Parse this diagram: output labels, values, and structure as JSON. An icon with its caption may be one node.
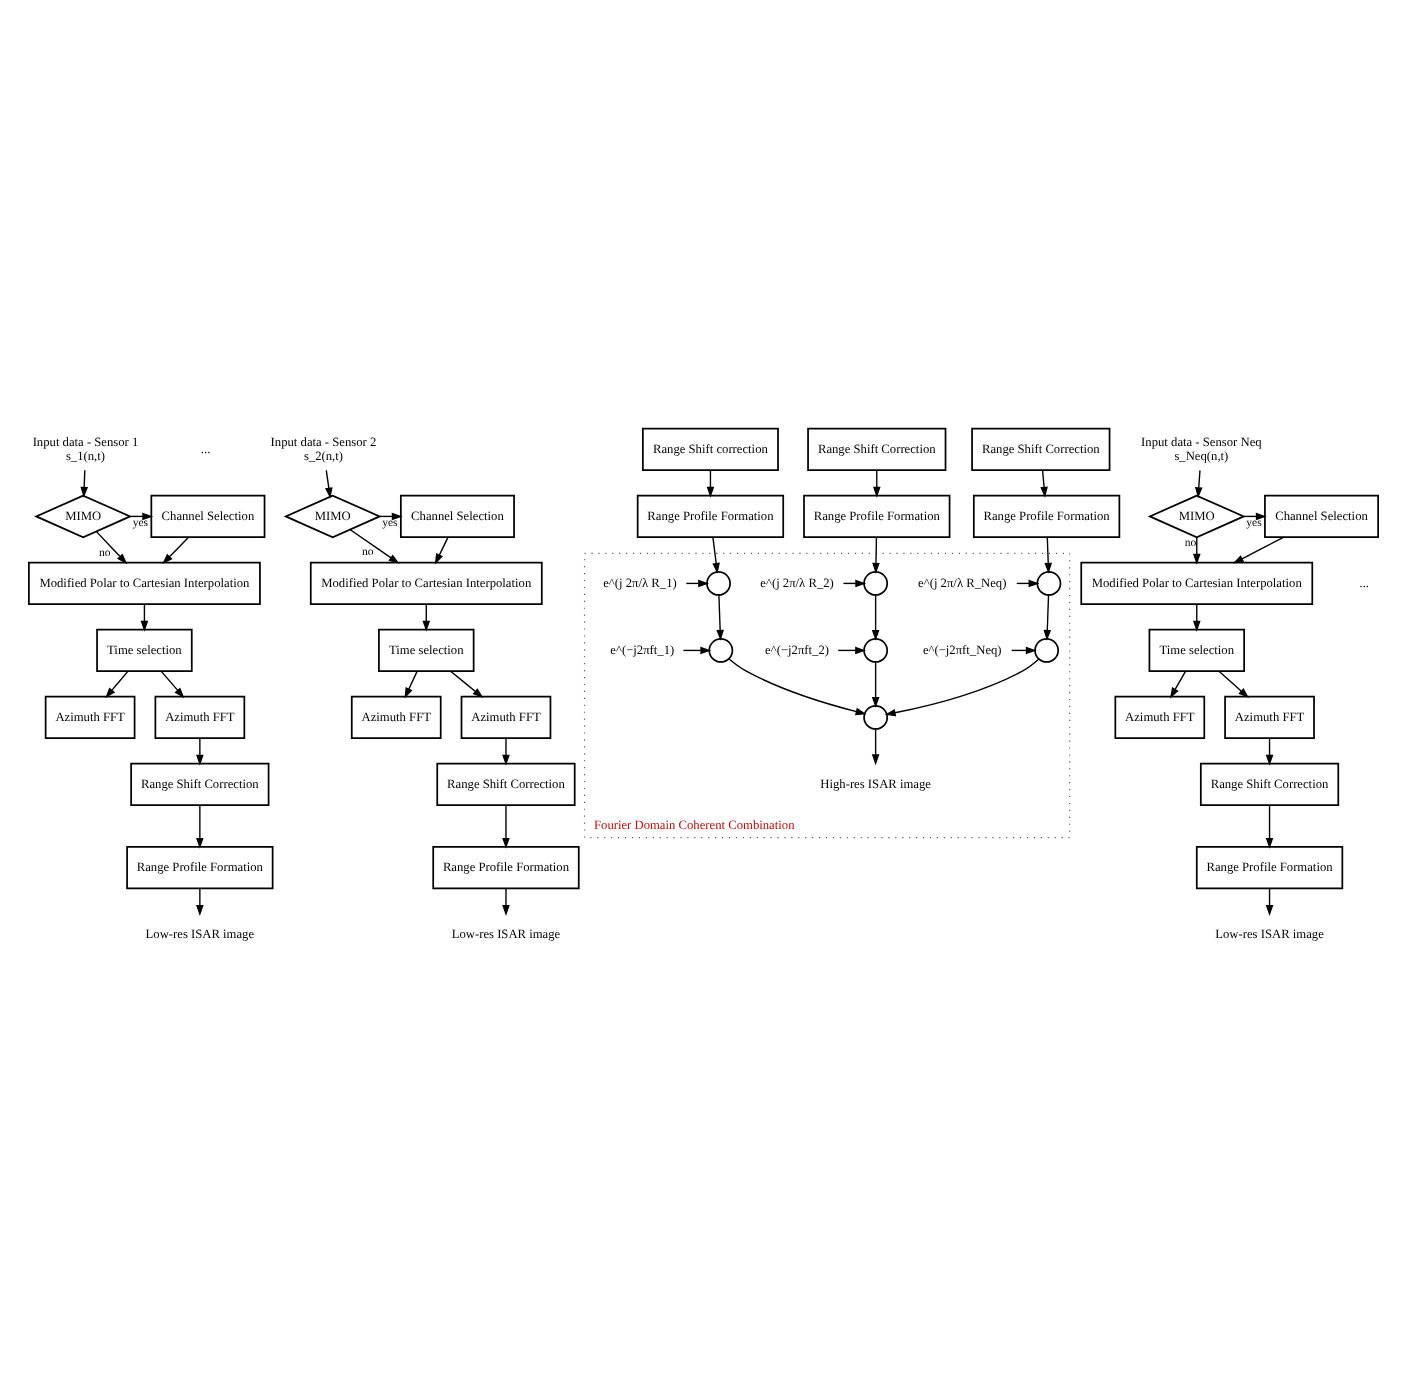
{
  "diagram": {
    "nodes": [
      {
        "text": [
          "Input data - Sensor 1",
          "s_1(n,t)"
        ]
      },
      {
        "text": [
          "MIMO"
        ]
      },
      {
        "text": [
          "Channel Selection"
        ]
      },
      {
        "text": [
          "Modified Polar to Cartesian Interpolation"
        ]
      },
      {
        "text": [
          "Time selection"
        ]
      },
      {
        "text": [
          "Azimuth FFT"
        ]
      },
      {
        "text": [
          "Azimuth FFT"
        ]
      },
      {
        "text": [
          "Range Shift correction"
        ]
      },
      {
        "text": [
          "Range Shift Correction"
        ]
      },
      {
        "text": [
          "Range Profile Formation"
        ]
      },
      {
        "text": [
          "Range Profile Formation"
        ]
      },
      {
        "text": [
          "Low-res ISAR image"
        ]
      },
      {
        "text": [
          "Input data - Sensor 2",
          "s_2(n,t)"
        ]
      },
      {
        "text": [
          "MIMO"
        ]
      },
      {
        "text": [
          "Channel Selection"
        ]
      },
      {
        "text": [
          "Modified Polar to Cartesian Interpolation"
        ]
      },
      {
        "text": [
          "Time selection"
        ]
      },
      {
        "text": [
          "Azimuth FFT"
        ]
      },
      {
        "text": [
          "Azimuth FFT"
        ]
      },
      {
        "text": [
          "Range Shift Correction"
        ]
      },
      {
        "text": [
          "Range Shift Correction"
        ]
      },
      {
        "text": [
          "Range Profile Formation"
        ]
      },
      {
        "text": [
          "Range Profile Formation"
        ]
      },
      {
        "text": [
          "Low-res ISAR image"
        ]
      },
      {
        "text": [
          "Input data - Sensor Neq",
          "s_Neq(n,t)"
        ]
      },
      {
        "text": [
          "MIMO"
        ]
      },
      {
        "text": [
          "Channel Selection"
        ]
      },
      {
        "text": [
          "Modified Polar to Cartesian Interpolation"
        ]
      },
      {
        "text": [
          "Time selection"
        ]
      },
      {
        "text": [
          "Azimuth FFT"
        ]
      },
      {
        "text": [
          "Azimuth FFT"
        ]
      },
      {
        "text": [
          "Range Shift Correction"
        ]
      },
      {
        "text": [
          "Range Shift Correction"
        ]
      },
      {
        "text": [
          "Range Profile Formation"
        ]
      },
      {
        "text": [
          "Range Profile Formation"
        ]
      },
      {
        "text": [
          "Low-res ISAR image"
        ]
      },
      {
        "text": [
          "Fourier Domain Coherent Combination"
        ]
      },
      {
        "text": [],
        "shape": "circle",
        "in": 36
      },
      {
        "text": [
          "e^(j 2π/λ R_1)"
        ],
        "in": 36
      },
      {
        "text": [],
        "shape": "circle",
        "in": 36
      },
      {
        "text": [
          "e^(−j2πft_1)"
        ],
        "in": 36
      },
      {
        "text": [],
        "shape": "circle",
        "in": 36
      },
      {
        "text": [
          "e^(j 2π/λ R_2)"
        ],
        "in": 36
      },
      {
        "text": [],
        "shape": "circle",
        "in": 36
      },
      {
        "text": [
          "e^(−j2πft_2)"
        ],
        "in": 36
      },
      {
        "text": [],
        "shape": "circle",
        "in": 36
      },
      {
        "text": [
          "e^(j 2π/λ R_Neq)"
        ],
        "in": 36
      },
      {
        "text": [],
        "shape": "circle",
        "in": 36
      },
      {
        "text": [
          "e^(−j2πft_Neq)"
        ],
        "in": 36
      },
      {
        "text": [],
        "shape": "circle",
        "in": 36
      },
      {
        "text": [
          "High-res ISAR image"
        ],
        "in": 36
      }
    ],
    "edges": [
      {
        "from": 0,
        "to": 1,
        "arrow": "to"
      },
      {
        "from": 1,
        "to": 2,
        "arrow": "to",
        "label": "yes"
      },
      {
        "from": 1,
        "to": 3,
        "arrow": "to",
        "label": "no"
      },
      {
        "from": 2,
        "to": 3,
        "arrow": "to"
      },
      {
        "from": 3,
        "to": 4,
        "arrow": "to"
      },
      {
        "from": 4,
        "to": 5,
        "arrow": "to"
      },
      {
        "from": 4,
        "to": 6,
        "arrow": "to"
      },
      {
        "from": 6,
        "to": 8,
        "arrow": "to"
      },
      {
        "from": 7,
        "to": 9,
        "arrow": "to"
      },
      {
        "from": 8,
        "to": 10,
        "arrow": "to"
      },
      {
        "from": 10,
        "to": 11,
        "arrow": "to"
      },
      {
        "from": 12,
        "to": 13,
        "arrow": "to"
      },
      {
        "from": 13,
        "to": 14,
        "arrow": "to",
        "label": "yes"
      },
      {
        "from": 13,
        "to": 15,
        "arrow": "to",
        "label": "no"
      },
      {
        "from": 14,
        "to": 15,
        "arrow": "to"
      },
      {
        "from": 15,
        "to": 16,
        "arrow": "to"
      },
      {
        "from": 16,
        "to": 17,
        "arrow": "to"
      },
      {
        "from": 16,
        "to": 18,
        "arrow": "to"
      },
      {
        "from": 18,
        "to": 20,
        "arrow": "to"
      },
      {
        "from": 19,
        "to": 21,
        "arrow": "to"
      },
      {
        "from": 20,
        "to": 22,
        "arrow": "to"
      },
      {
        "from": 22,
        "to": 23,
        "arrow": "to"
      },
      {
        "from": 24,
        "to": 25,
        "arrow": "to"
      },
      {
        "from": 25,
        "to": 26,
        "arrow": "to",
        "label": "yes"
      },
      {
        "from": 25,
        "to": 27,
        "arrow": "to",
        "label": "no"
      },
      {
        "from": 26,
        "to": 27,
        "arrow": "to"
      },
      {
        "from": 27,
        "to": 28,
        "arrow": "to"
      },
      {
        "from": 28,
        "to": 29,
        "arrow": "to"
      },
      {
        "from": 28,
        "to": 30,
        "arrow": "to"
      },
      {
        "from": 30,
        "to": 32,
        "arrow": "to"
      },
      {
        "from": 31,
        "to": 33,
        "arrow": "to"
      },
      {
        "from": 32,
        "to": 34,
        "arrow": "to"
      },
      {
        "from": 34,
        "to": 35,
        "arrow": "to"
      },
      {
        "from": 9,
        "to": 37,
        "arrow": "to"
      },
      {
        "from": 38,
        "to": 37,
        "arrow": "to"
      },
      {
        "from": 37,
        "to": 39,
        "arrow": "to"
      },
      {
        "from": 40,
        "to": 39,
        "arrow": "to"
      },
      {
        "from": 39,
        "to": 49,
        "arrow": "to"
      },
      {
        "from": 21,
        "to": 41,
        "arrow": "to"
      },
      {
        "from": 42,
        "to": 41,
        "arrow": "to"
      },
      {
        "from": 41,
        "to": 43,
        "arrow": "to"
      },
      {
        "from": 44,
        "to": 43,
        "arrow": "to"
      },
      {
        "from": 43,
        "to": 49,
        "arrow": "to"
      },
      {
        "from": 33,
        "to": 45,
        "arrow": "to"
      },
      {
        "from": 46,
        "to": 45,
        "arrow": "to"
      },
      {
        "from": 45,
        "to": 47,
        "arrow": "to"
      },
      {
        "from": 48,
        "to": 47,
        "arrow": "to"
      },
      {
        "from": 47,
        "to": 49,
        "arrow": "to"
      },
      {
        "from": 49,
        "to": 50,
        "arrow": "to"
      }
    ],
    "labels": [
      "...",
      "..."
    ]
  }
}
